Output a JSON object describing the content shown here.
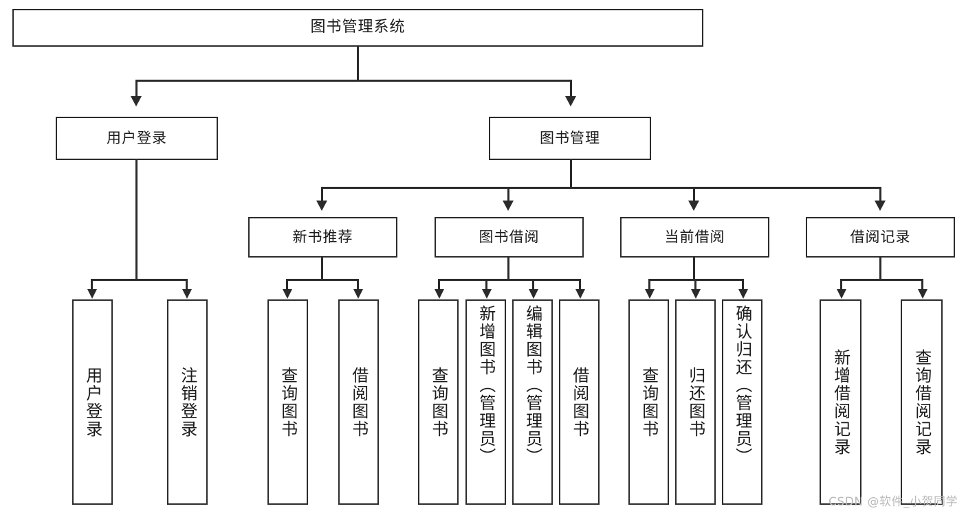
{
  "diagram": {
    "type": "hierarchy-tree",
    "title": "图书管理系统",
    "levels": 4,
    "orientation": "top-down",
    "stroke_color": "#2b2b2b",
    "fill_color": "#ffffff",
    "text_color": "#1b1b1b"
  },
  "root": {
    "label": "图书管理系统"
  },
  "level2": [
    {
      "label": "用户登录"
    },
    {
      "label": "图书管理"
    }
  ],
  "level3": [
    {
      "label": "新书推荐"
    },
    {
      "label": "图书借阅"
    },
    {
      "label": "当前借阅"
    },
    {
      "label": "借阅记录"
    }
  ],
  "leaves": {
    "user_login": [
      {
        "label": "用户登录"
      },
      {
        "label": "注销登录"
      }
    ],
    "new_book_recommend": [
      {
        "label": "查询图书"
      },
      {
        "label": "借阅图书"
      }
    ],
    "book_borrow": [
      {
        "label": "查询图书"
      },
      {
        "label": "新增图书（管理员）"
      },
      {
        "label": "编辑图书（管理员）"
      },
      {
        "label": "借阅图书"
      }
    ],
    "current_borrow": [
      {
        "label": "查询图书"
      },
      {
        "label": "归还图书"
      },
      {
        "label": "确认归还（管理员）"
      }
    ],
    "borrow_record": [
      {
        "label": "新增借阅记录"
      },
      {
        "label": "查询借阅记录"
      }
    ]
  },
  "watermark": {
    "text": "CSDN @软件_小贺同学",
    "color": "#b9b9b9"
  }
}
